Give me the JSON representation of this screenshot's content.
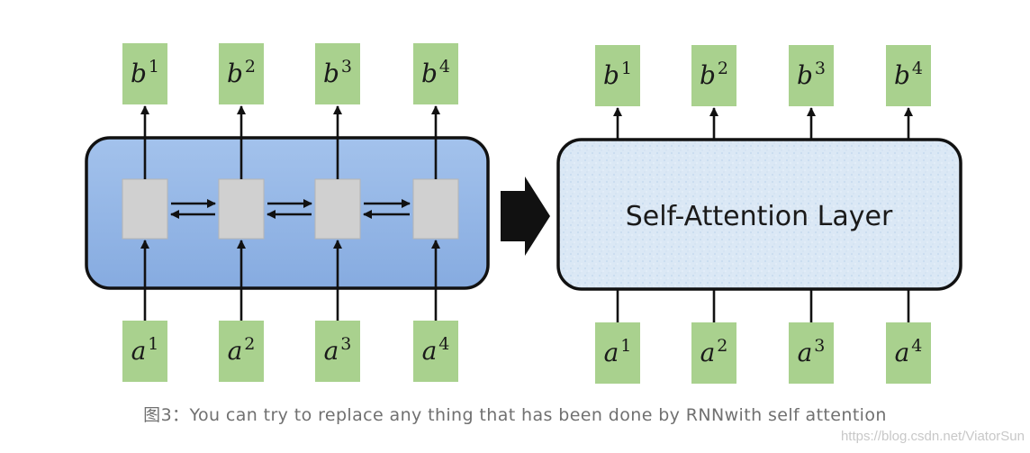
{
  "diagram": {
    "left_panel": {
      "outputs": [
        {
          "base": "b",
          "index": "1"
        },
        {
          "base": "b",
          "index": "2"
        },
        {
          "base": "b",
          "index": "3"
        },
        {
          "base": "b",
          "index": "4"
        }
      ],
      "inputs": [
        {
          "base": "a",
          "index": "1"
        },
        {
          "base": "a",
          "index": "2"
        },
        {
          "base": "a",
          "index": "3"
        },
        {
          "base": "a",
          "index": "4"
        }
      ],
      "cell_count": 4
    },
    "right_panel": {
      "layer_label": "Self-Attention Layer",
      "outputs": [
        {
          "base": "b",
          "index": "1"
        },
        {
          "base": "b",
          "index": "2"
        },
        {
          "base": "b",
          "index": "3"
        },
        {
          "base": "b",
          "index": "4"
        }
      ],
      "inputs": [
        {
          "base": "a",
          "index": "1"
        },
        {
          "base": "a",
          "index": "2"
        },
        {
          "base": "a",
          "index": "3"
        },
        {
          "base": "a",
          "index": "4"
        }
      ]
    },
    "colors": {
      "node_fill": "#a9d18e",
      "rnn_block_fill": "#8fb4e3",
      "attention_block_fill": "#dbe8f5",
      "cell_fill": "#d0d0d0",
      "stroke": "#111111"
    }
  },
  "caption": "图3：You can try to replace any thing that has been done by RNNwith self attention",
  "watermark": "https://blog.csdn.net/ViatorSun"
}
